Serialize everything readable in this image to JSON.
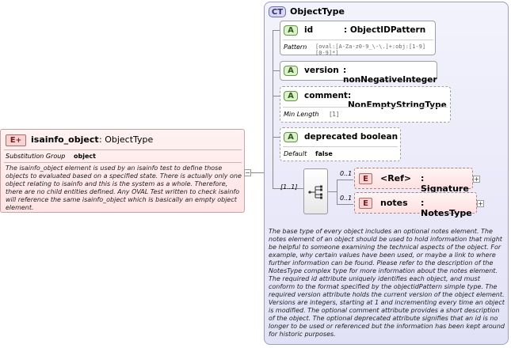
{
  "root_element": {
    "badge": "E",
    "badge_symbol": "+",
    "name": "isainfo_object",
    "type": ": ObjectType",
    "substitution_label": "Substitution Group",
    "substitution_value": "object",
    "documentation": "The isainfo_object element is used by an isainfo test to define those objects to evaluated based on a specified state. There is actually only one object relating to isainfo and this is the system as a whole. Therefore, there are no child entities defined. Any OVAL Test written to check isainfo will reference the same isainfo_object which is basically an empty object element."
  },
  "complex_type": {
    "badge": "CT",
    "name": "ObjectType",
    "documentation": "The base type of every object includes an optional notes element. The notes element of an object should be used to hold information that might be helpful to someone examining the technical aspects of the object. For example, why certain values have been used, or maybe a link to where further information can be found. Please refer to the description of the NotesType complex type for more information about the notes element. The required id attribute uniquely identifies each object, and must conform to the format specified by the objectidPattern simple type. The required version attribute holds the current version of the object element. Versions are integers, starting at 1 and incrementing every time an object is modified. The optional comment attribute provides a short description of the object. The optional deprecated attribute signifies that an id is no longer to be used or referenced but the information has been kept around for historic purposes."
  },
  "attributes": [
    {
      "badge": "A",
      "name": "id",
      "type": ": ObjectIDPattern",
      "facet_label": "Pattern",
      "facet_value": "[oval:[A-Za-z0-9_\\-\\.]+:obj:[1-9][0-9]*]"
    },
    {
      "badge": "A",
      "name": "version",
      "type": ": nonNegativeInteger"
    },
    {
      "badge": "A",
      "name": "comment",
      "type": ": NonEmptyStringType",
      "facet_label": "Min Length",
      "facet_value": "[1]"
    },
    {
      "badge": "A",
      "name": "deprecated",
      "type": ": boolean",
      "facet_label": "Default",
      "facet_value": "false"
    }
  ],
  "sequence": {
    "cardinality": "[1..1]",
    "children": [
      {
        "badge": "E",
        "name": "<Ref>",
        "type": ": Signature",
        "cardinality": "0..1"
      },
      {
        "badge": "E",
        "name": "notes",
        "type": ": NotesType",
        "cardinality": "0..1"
      }
    ]
  },
  "colors": {
    "element_fill": "#ffe4e4",
    "complex_type_fill": "#e2e2f6",
    "attribute_badge": "#dff0d0"
  }
}
